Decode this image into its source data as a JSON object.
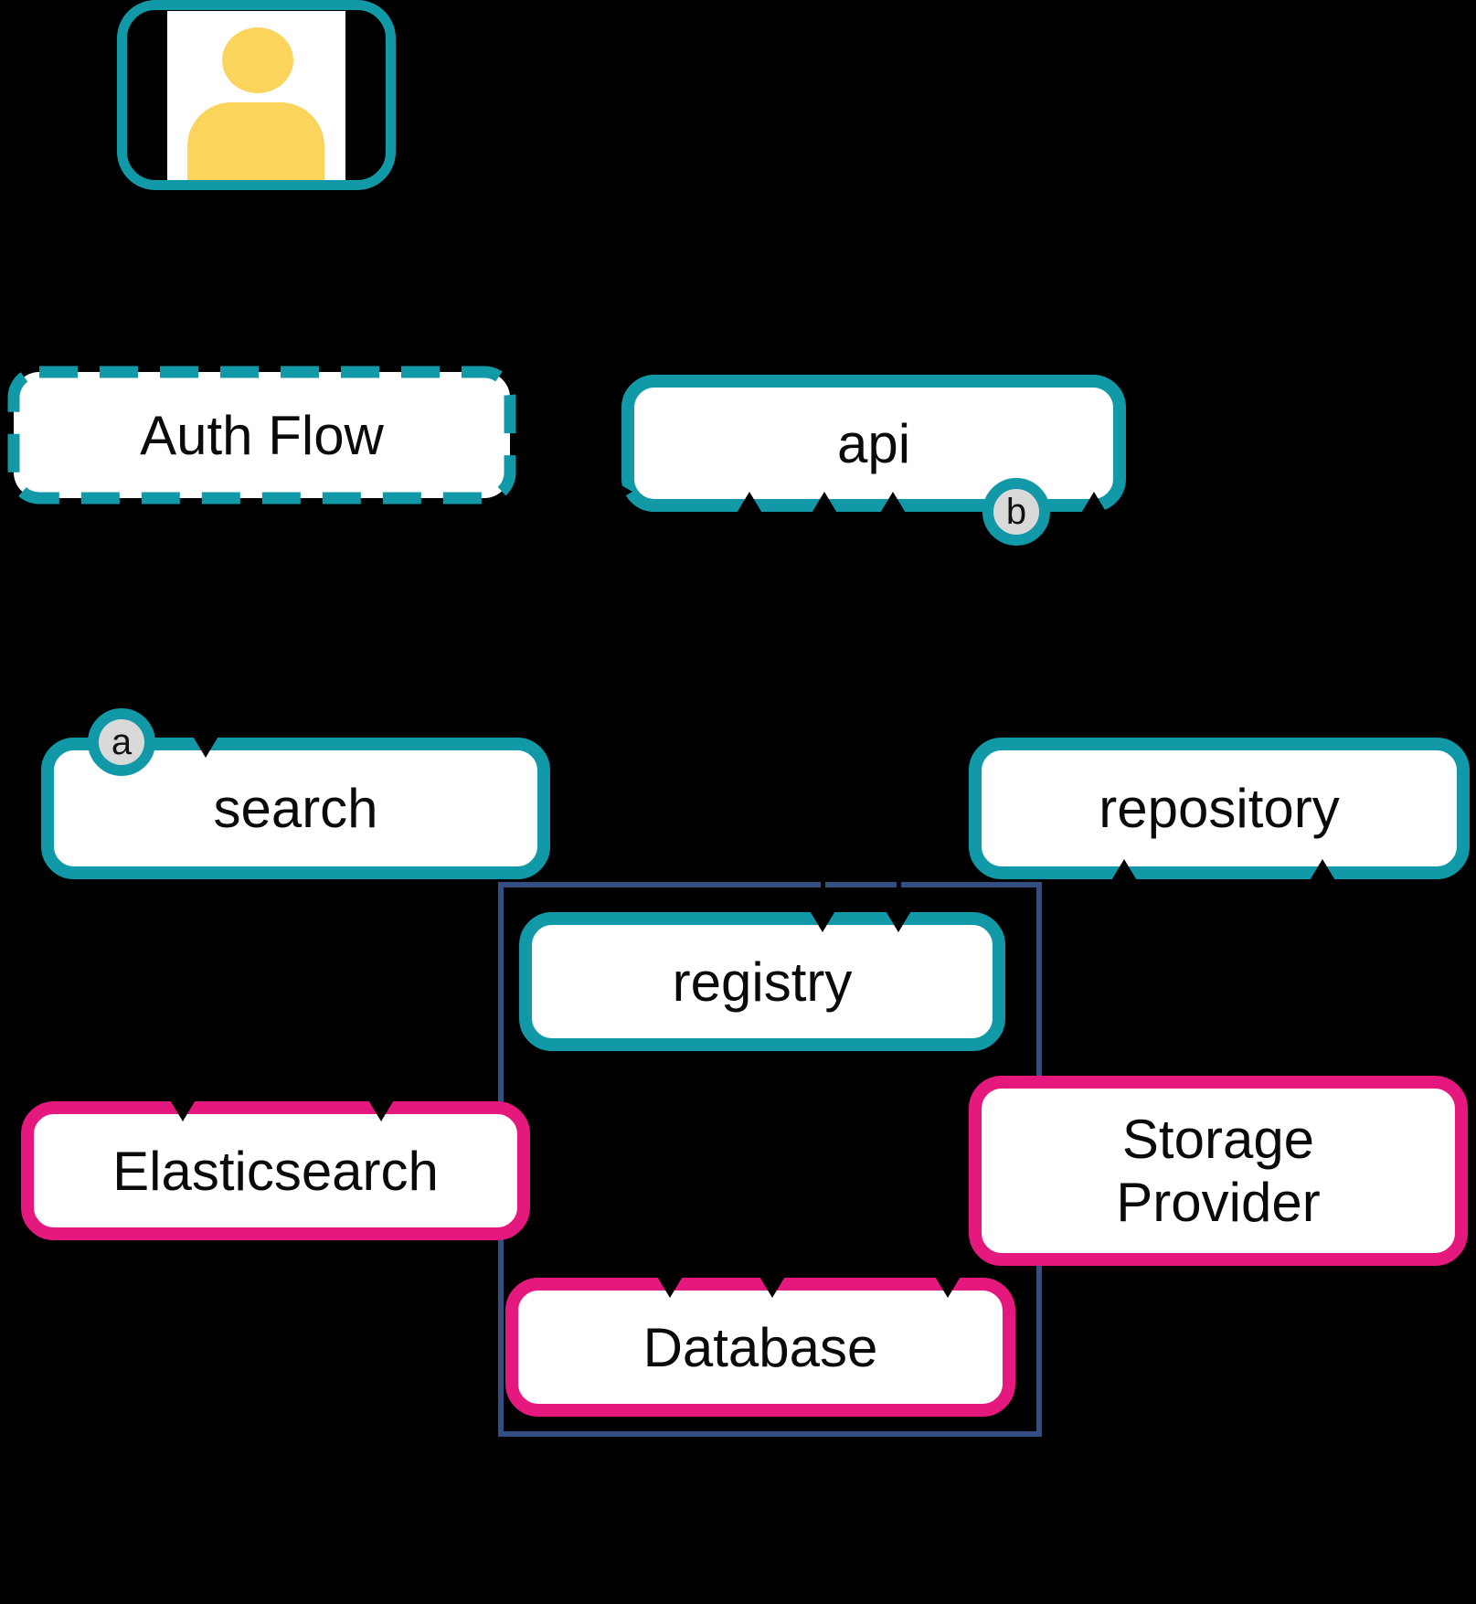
{
  "diagram": {
    "background": "#000000",
    "colors": {
      "teal_accent": "#1299A8",
      "pink_accent": "#E5187D",
      "group_border_navy": "#334E80",
      "person_yellow": "#FBD45C",
      "badge_fill_grey": "#D9D9D9",
      "node_fill": "#FFFFFF",
      "label_text": "#0A0A0A"
    },
    "nodes": {
      "auth_flow": {
        "label": "Auth Flow",
        "style": "teal-dashed"
      },
      "api": {
        "label": "api",
        "style": "teal",
        "badge": "b"
      },
      "search": {
        "label": "search",
        "style": "teal",
        "badge": "a"
      },
      "repository": {
        "label": "repository",
        "style": "teal"
      },
      "registry": {
        "label": "registry",
        "style": "teal"
      },
      "elasticsearch": {
        "label": "Elasticsearch",
        "style": "pink"
      },
      "storage_provider": {
        "label": "Storage\nProvider",
        "style": "pink"
      },
      "database": {
        "label": "Database",
        "style": "pink"
      }
    },
    "icons": {
      "user": "person-icon"
    },
    "connections_visible_arrowheads": [
      "into api bottom edge (4 upward arrowheads)",
      "into api left edge (1 rightward arrowhead)",
      "into search top edge (1 downward arrowhead)",
      "into repository bottom edge (2 upward arrowheads)",
      "into registry top edge (2 downward arrowheads)",
      "into elasticsearch top edge (2 downward arrowheads)",
      "into database top edge (3 downward arrowheads)"
    ]
  }
}
